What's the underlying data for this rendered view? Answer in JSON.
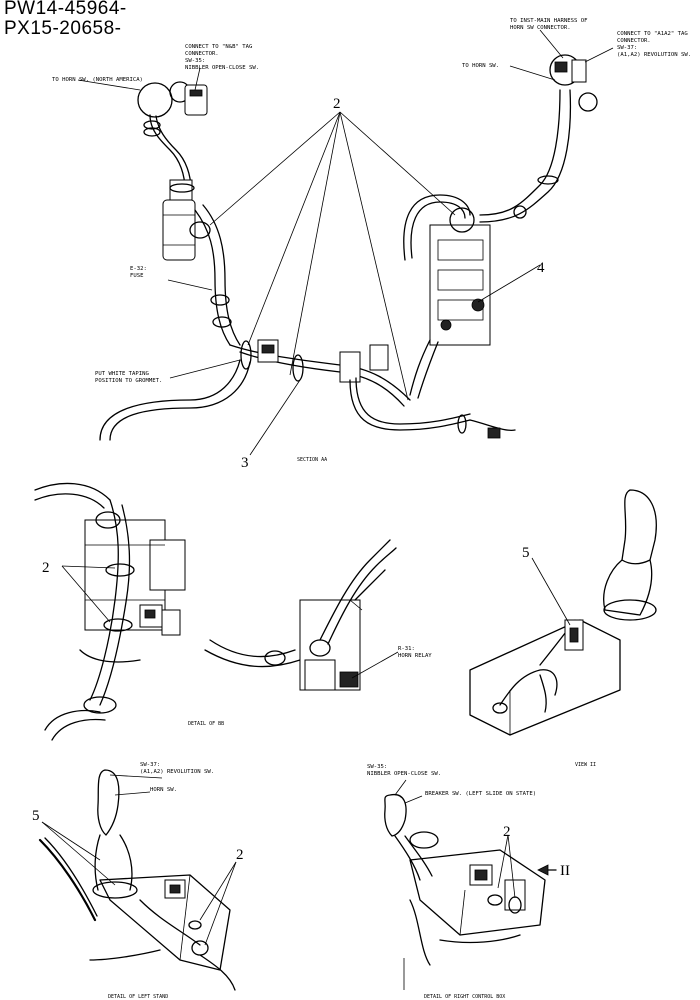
{
  "header": {
    "line1": "PW14-45964-",
    "line2": "PX15-20658-"
  },
  "section_aa": {
    "horn_sw_na": "TO HORN SW. (NORTH AMERICA)",
    "connect_nb_1": "CONNECT TO \"N&B\" TAG",
    "connect_nb_2": "CONNECTOR.",
    "connect_nb_3": "SW-35:",
    "connect_nb_4": "NIBBLER OPEN-CLOSE SW.",
    "inst_main_1": "TO INST-MAIN HARNESS OF",
    "inst_main_2": "HORN SW CONNECTOR.",
    "a1a2_1": "CONNECT TO \"A1A2\" TAG",
    "a1a2_2": "CONNECTOR.",
    "a1a2_3": "SW-37:",
    "a1a2_4": "(A1,A2) REVOLUTION SW.",
    "to_horn_sw": "TO HORN SW.",
    "fuse_1": "E-32:",
    "fuse_2": "FUSE",
    "taping_1": "PUT WHITE TAPING",
    "taping_2": "POSITION TO GROMMET.",
    "num_2": "2",
    "num_3": "3",
    "num_4": "4",
    "caption": "SECTION AA"
  },
  "detail_bb": {
    "num_2": "2",
    "caption": "DETAIL OF BB"
  },
  "horn_relay": {
    "label_1": "R-31:",
    "label_2": "HORN RELAY"
  },
  "view_ii": {
    "num_5": "5",
    "caption": "VIEW II"
  },
  "left_stand": {
    "sw37_1": "SW-37:",
    "sw37_2": "(A1,A2) REVOLUTION SW.",
    "horn_sw": "HORN SW.",
    "num_5": "5",
    "num_2": "2",
    "caption": "DETAIL OF LEFT STAND"
  },
  "right_box": {
    "sw35_1": "SW-35:",
    "sw35_2": "NIBBLER OPEN-CLOSE SW.",
    "breaker": "BREAKER SW. (LEFT SLIDE ON STATE)",
    "num_2": "2",
    "view_mark": "II",
    "caption": "DETAIL OF RIGHT CONTROL BOX"
  }
}
